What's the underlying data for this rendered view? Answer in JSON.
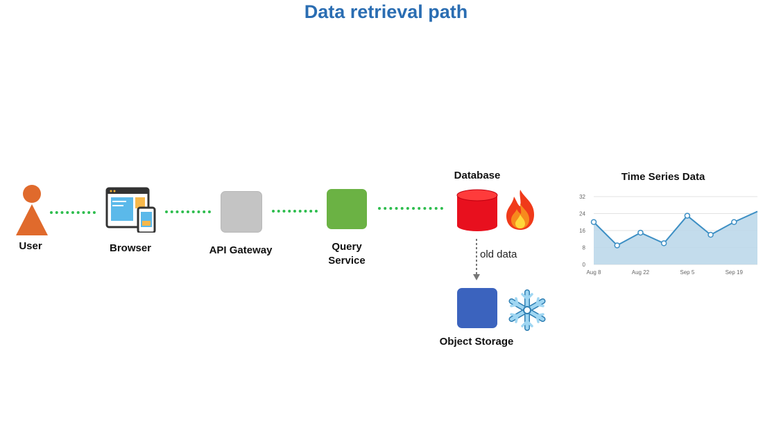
{
  "title": "Data retrieval path",
  "nodes": {
    "user": "User",
    "browser": "Browser",
    "api_gateway": "API Gateway",
    "query_service": "Query\nService",
    "database": "Database",
    "object_storage": "Object Storage"
  },
  "edge_label": "old data",
  "colors": {
    "title": "#2a6db2",
    "user": "#e06a2c",
    "connector": "#2ebd4e",
    "api_gateway": "#c4c4c4",
    "query_service": "#6bb244",
    "database": "#e8101e",
    "object_storage": "#3b63be",
    "chart_fill": "#bcd8ea",
    "chart_line": "#3d8fc4"
  },
  "icons": [
    "person-icon",
    "browser-devices-icon",
    "fire-icon",
    "snowflake-icon",
    "dashed-arrow-down"
  ],
  "chart_data": {
    "type": "area",
    "title": "Time Series Data",
    "x_ticks": [
      "Aug 8",
      "Aug 22",
      "Sep 5",
      "Sep 19"
    ],
    "y_ticks": [
      "0",
      "8",
      "16",
      "24",
      "32"
    ],
    "ylim": [
      0,
      32
    ],
    "grid": true,
    "series": [
      {
        "values": [
          20,
          9,
          15,
          10,
          23,
          14,
          20,
          25
        ]
      }
    ]
  }
}
